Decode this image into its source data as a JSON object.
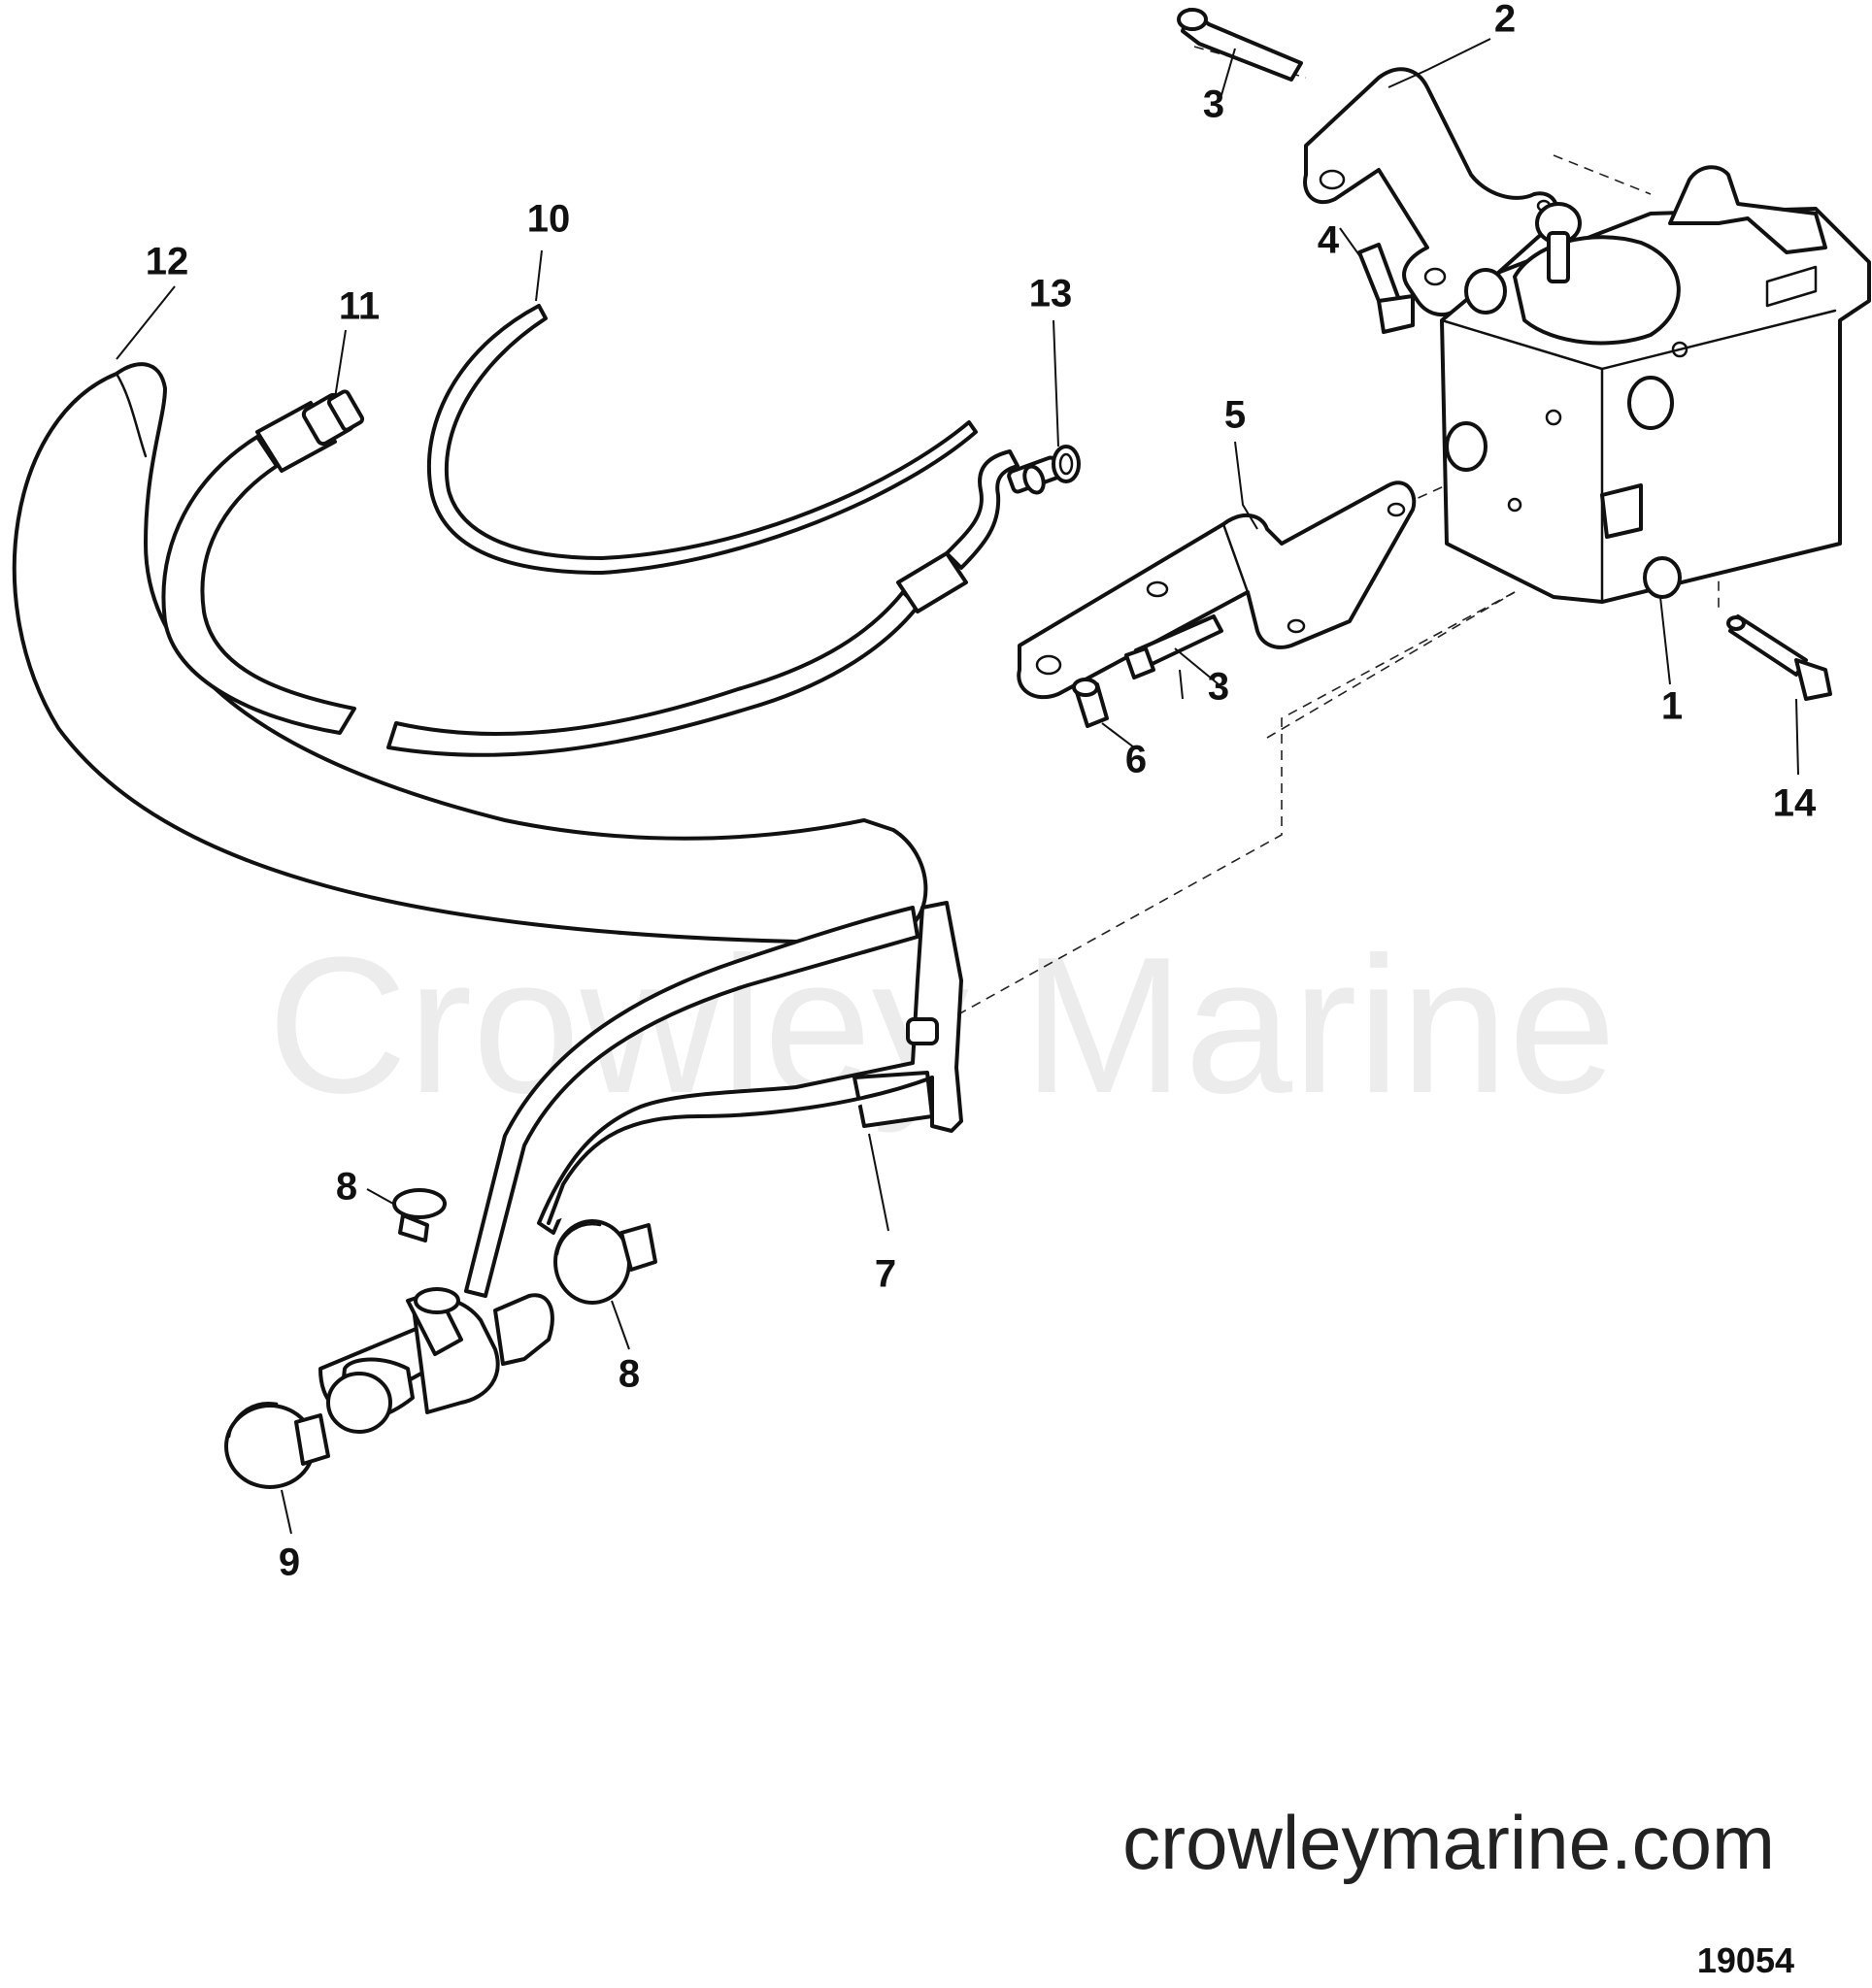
{
  "watermark": "Crowley Marine",
  "footer": {
    "site": "crowleymarine.com",
    "figure_number": "19054"
  },
  "callouts": {
    "c1": "1",
    "c2": "2",
    "c3a": "3",
    "c3b": "3",
    "c4": "4",
    "c5": "5",
    "c6": "6",
    "c7": "7",
    "c8a": "8",
    "c8b": "8",
    "c9": "9",
    "c10": "10",
    "c11": "11",
    "c12": "12",
    "c13": "13",
    "c14": "14"
  },
  "colors": {
    "ink": "#111111",
    "watermark": "#ececec"
  }
}
